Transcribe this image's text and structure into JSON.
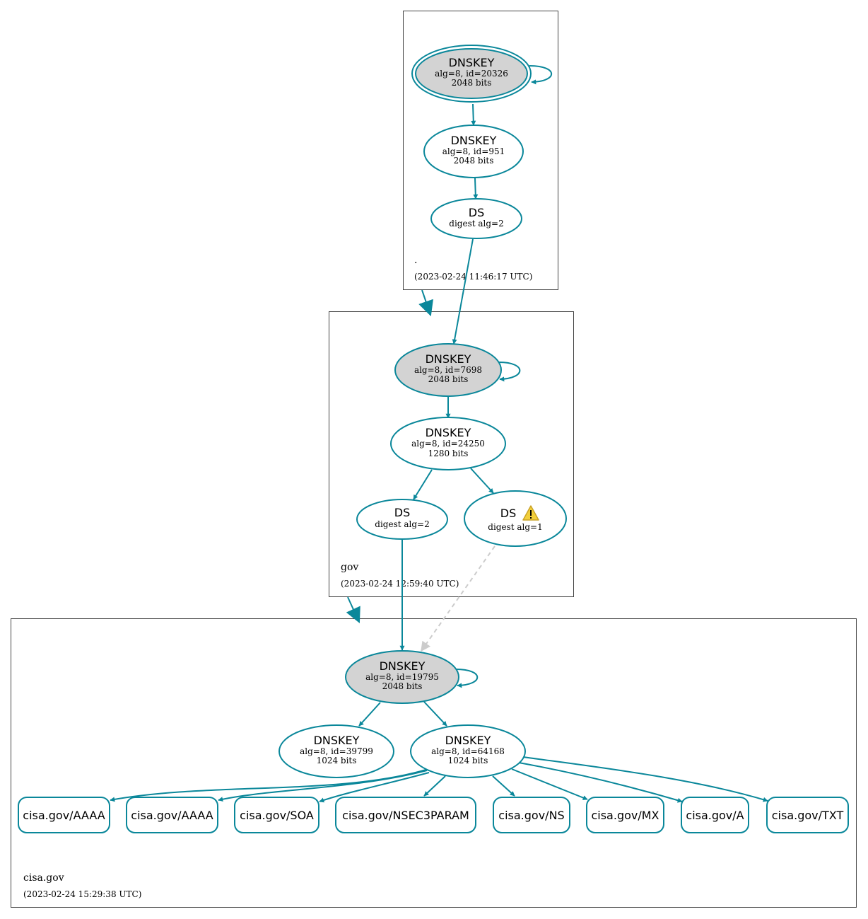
{
  "colors": {
    "edge": "#0a879a",
    "ksk_fill": "#d3d3d3",
    "node_fill": "#ffffff",
    "dashed": "#cccccc",
    "warning": "#f2cf3b"
  },
  "zones": {
    "root": {
      "name": ".",
      "time": "(2023-02-24 11:46:17 UTC)"
    },
    "gov": {
      "name": "gov",
      "time": "(2023-02-24 12:59:40 UTC)"
    },
    "cisa": {
      "name": "cisa.gov",
      "time": "(2023-02-24 15:29:38 UTC)"
    }
  },
  "nodes": {
    "root_ksk": {
      "title": "DNSKEY",
      "line1": "alg=8, id=20326",
      "line2": "2048 bits"
    },
    "root_zsk": {
      "title": "DNSKEY",
      "line1": "alg=8, id=951",
      "line2": "2048 bits"
    },
    "root_ds": {
      "title": "DS",
      "line1": "digest alg=2"
    },
    "gov_ksk": {
      "title": "DNSKEY",
      "line1": "alg=8, id=7698",
      "line2": "2048 bits"
    },
    "gov_zsk": {
      "title": "DNSKEY",
      "line1": "alg=8, id=24250",
      "line2": "1280 bits"
    },
    "gov_ds2": {
      "title": "DS",
      "line1": "digest alg=2"
    },
    "gov_ds1": {
      "title": "DS",
      "line1": "digest alg=1",
      "icon": "warning-icon"
    },
    "cisa_ksk": {
      "title": "DNSKEY",
      "line1": "alg=8, id=19795",
      "line2": "2048 bits"
    },
    "cisa_key39799": {
      "title": "DNSKEY",
      "line1": "alg=8, id=39799",
      "line2": "1024 bits"
    },
    "cisa_zsk": {
      "title": "DNSKEY",
      "line1": "alg=8, id=64168",
      "line2": "1024 bits"
    }
  },
  "records": [
    "cisa.gov/AAAA",
    "cisa.gov/AAAA",
    "cisa.gov/SOA",
    "cisa.gov/NSEC3PARAM",
    "cisa.gov/NS",
    "cisa.gov/MX",
    "cisa.gov/A",
    "cisa.gov/TXT"
  ]
}
